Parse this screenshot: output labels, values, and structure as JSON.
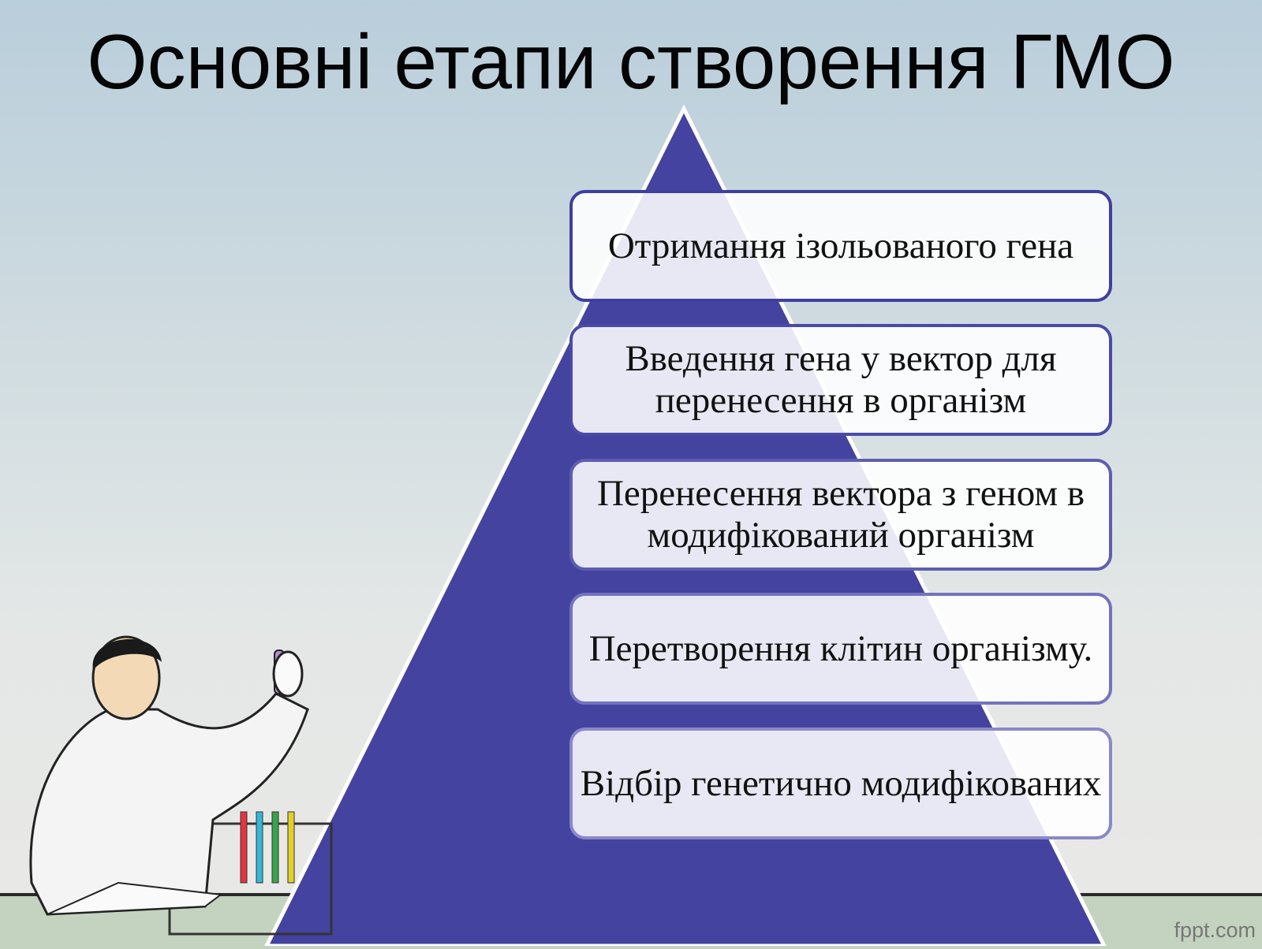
{
  "title": "Основні етапи створення ГМО",
  "steps": [
    {
      "label": "Отримання ізольованого гена",
      "border": "#3e3e9c"
    },
    {
      "label": "Введення гена у вектор для перенесення в організм",
      "border": "#4a4aa6"
    },
    {
      "label": "Перенесення вектора з геном в модифікований організм",
      "border": "#5e5eb0"
    },
    {
      "label": "Перетворення клітин організму.",
      "border": "#7373bd"
    },
    {
      "label": "Відбір генетично модифікованих",
      "border": "#8a88c8"
    }
  ],
  "watermark": "fppt.com",
  "colors": {
    "pyramid": "#4443a0"
  }
}
